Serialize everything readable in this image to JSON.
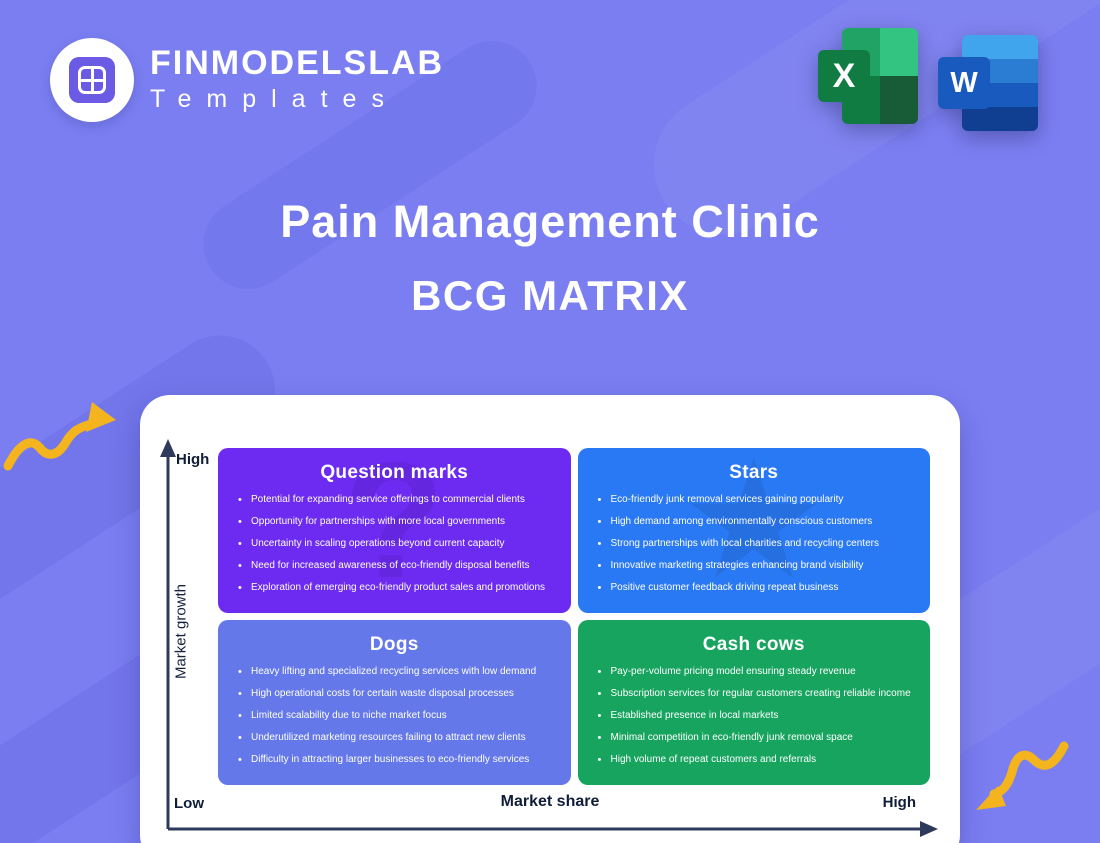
{
  "colors": {
    "background": "#7a7ef1",
    "card": "#ffffff",
    "axis": "#2d3a5c",
    "arrow_yellow": "#f4b41d",
    "logo_purple": "#6a5ae4"
  },
  "logo": {
    "brand": "FINMODELSLAB",
    "subtitle": "Templates"
  },
  "apps": {
    "excel_letter": "X",
    "word_letter": "W"
  },
  "title": {
    "line1": "Pain Management Clinic",
    "line2": "BCG MATRIX"
  },
  "matrix": {
    "axes": {
      "y_top": "High",
      "y_bottom": "Low",
      "y_title": "Market growth",
      "x_title": "Market share",
      "x_right": "High"
    },
    "quadrants": [
      {
        "id": "question-marks",
        "title": "Question marks",
        "color": "#6d2bf2",
        "watermark": "?",
        "items": [
          "Potential for expanding service offerings to commercial clients",
          "Opportunity for partnerships with more local governments",
          "Uncertainty in scaling operations beyond current capacity",
          "Need for increased awareness of eco-friendly disposal benefits",
          "Exploration of emerging eco-friendly product sales and promotions"
        ]
      },
      {
        "id": "stars",
        "title": "Stars",
        "color": "#2a79f4",
        "watermark": "★",
        "items": [
          "Eco-friendly junk removal services gaining popularity",
          "High demand among environmentally conscious customers",
          "Strong partnerships with local charities and recycling centers",
          "Innovative marketing strategies enhancing brand visibility",
          "Positive customer feedback driving repeat business"
        ]
      },
      {
        "id": "dogs",
        "title": "Dogs",
        "color": "#6478e9",
        "watermark": "",
        "items": [
          "Heavy lifting and specialized recycling services with low demand",
          "High operational costs for certain waste disposal processes",
          "Limited scalability due to niche market focus",
          "Underutilized marketing resources failing to attract new clients",
          "Difficulty in attracting larger businesses to eco-friendly services"
        ]
      },
      {
        "id": "cash-cows",
        "title": "Cash cows",
        "color": "#16a45e",
        "watermark": "",
        "items": [
          "Pay-per-volume pricing model ensuring steady revenue",
          "Subscription services for regular customers creating reliable income",
          "Established presence in local markets",
          "Minimal competition in eco-friendly junk removal space",
          "High volume of repeat customers and referrals"
        ]
      }
    ]
  }
}
